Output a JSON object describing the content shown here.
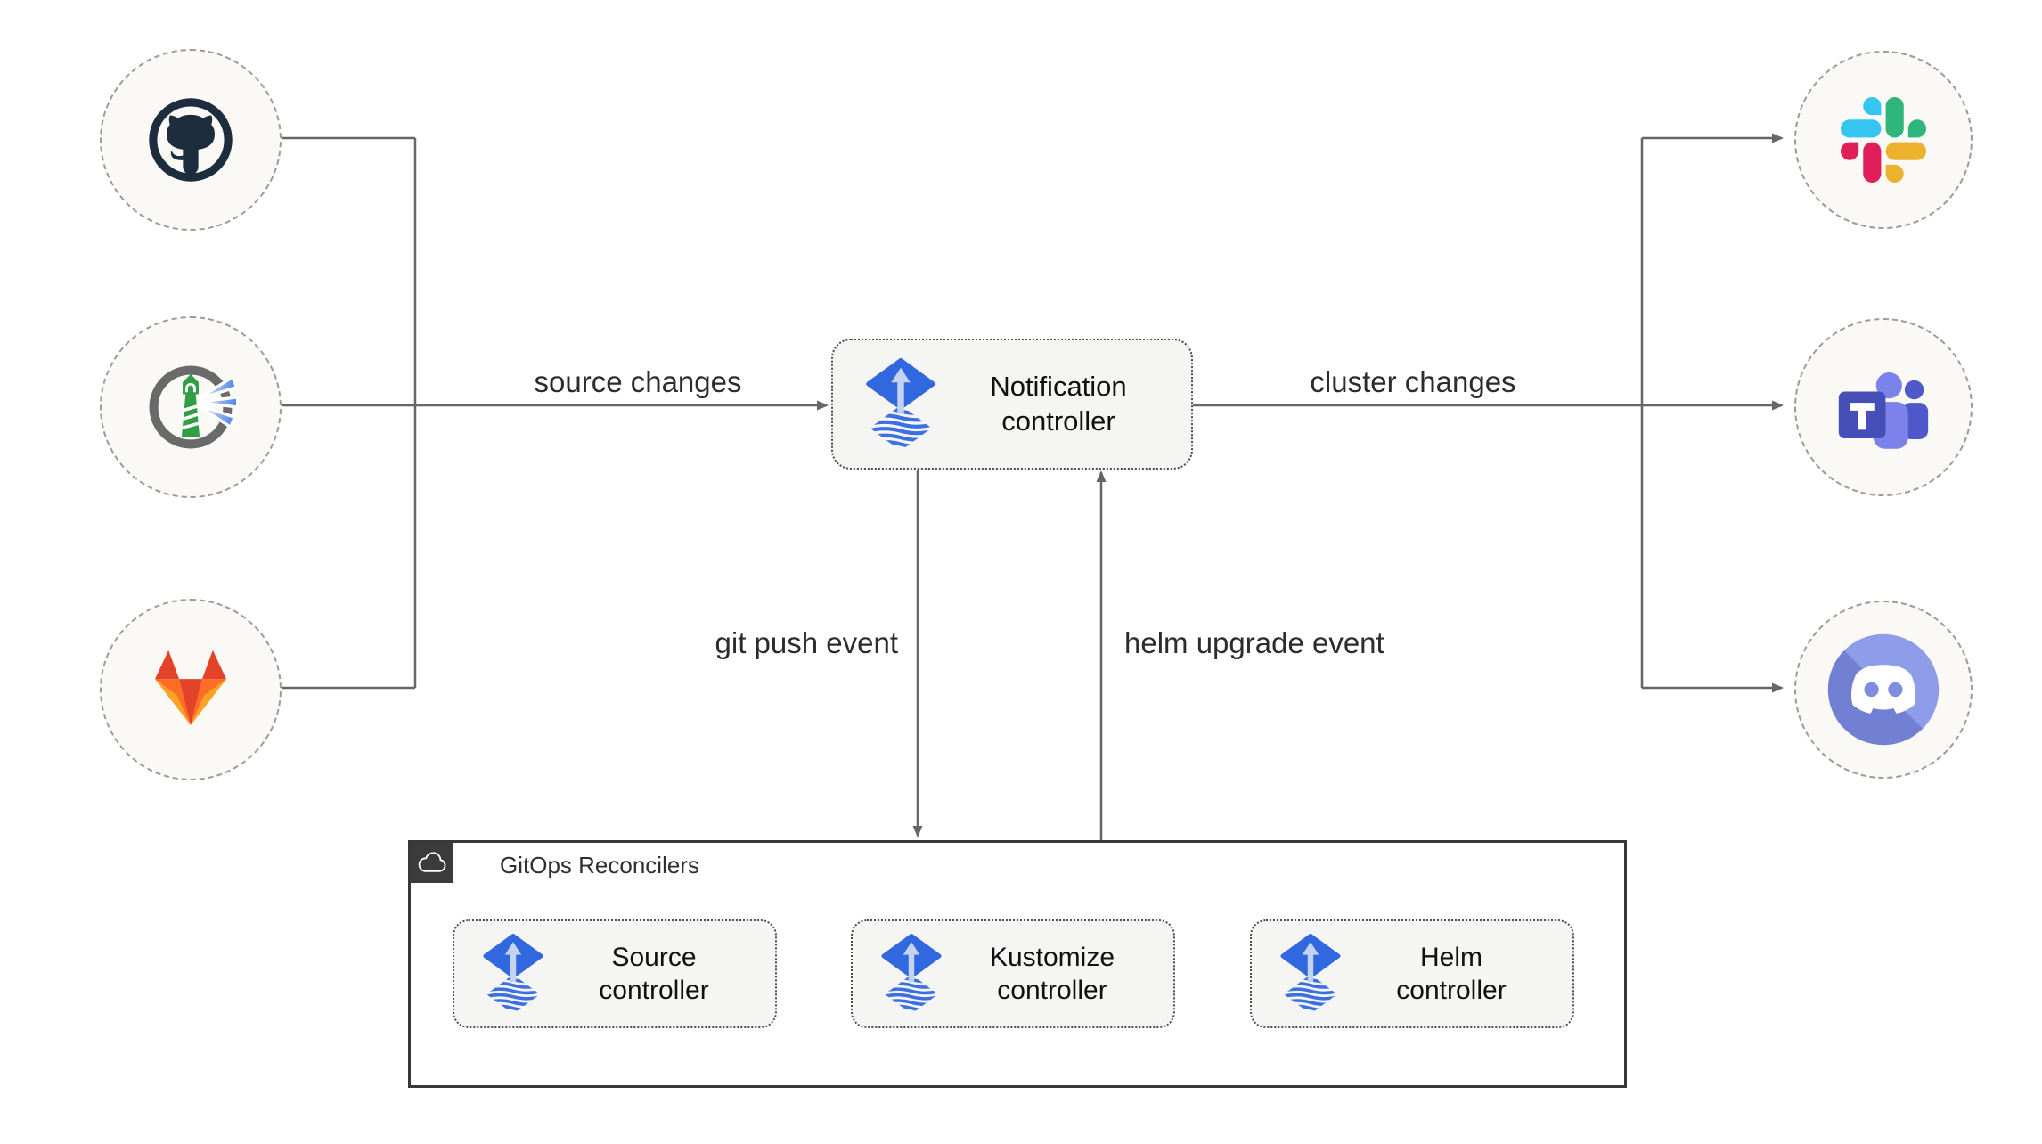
{
  "sources": [
    {
      "id": "github",
      "icon": "github-icon"
    },
    {
      "id": "harbor",
      "icon": "harbor-icon"
    },
    {
      "id": "gitlab",
      "icon": "gitlab-icon"
    }
  ],
  "targets": [
    {
      "id": "slack",
      "icon": "slack-icon"
    },
    {
      "id": "teams",
      "icon": "teams-icon"
    },
    {
      "id": "discord",
      "icon": "discord-icon"
    }
  ],
  "notification_controller": {
    "label": "Notification controller",
    "icon": "flux-icon"
  },
  "edges": {
    "source_changes": "source changes",
    "cluster_changes": "cluster changes",
    "git_push_event": "git push event",
    "helm_upgrade_event": "helm upgrade event"
  },
  "reconcilers": {
    "title": "GitOps Reconcilers",
    "icon": "cloud-icon",
    "controllers": [
      {
        "label": "Source controller",
        "icon": "flux-icon"
      },
      {
        "label": "Kustomize controller",
        "icon": "flux-icon"
      },
      {
        "label": "Helm controller",
        "icon": "flux-icon"
      }
    ]
  },
  "colors": {
    "connector_gray": "#666666",
    "flux_blue": "#3268df",
    "flux_light_blue": "#c5d3f3",
    "box_fill": "#f5f5f3",
    "node_fill": "#faf9f6",
    "github_dark": "#1d2d3d",
    "harbor_green": "#2f9e44",
    "gitlab_red": "#e24329",
    "gitlab_orange": "#fc6d26",
    "gitlab_yellow": "#fca326",
    "slack_blue": "#36C5F0",
    "slack_green": "#2EB67D",
    "slack_red": "#E01E5A",
    "slack_yellow": "#ECB22E",
    "teams_purple": "#464eb8",
    "discord_blurple": "#7b8ce4"
  }
}
